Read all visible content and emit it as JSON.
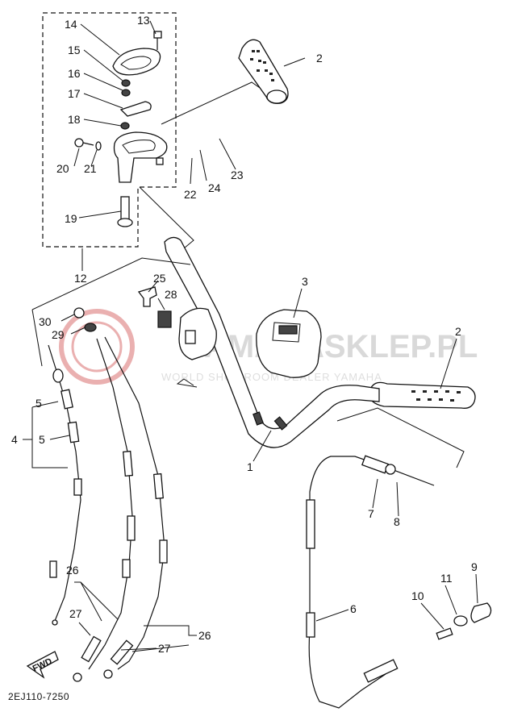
{
  "watermark": {
    "site": "YAMAHASKLEP.PL",
    "tagline": "WORLD SHOWROOM DEALER YAMAHA"
  },
  "fwd_label": "FWD",
  "diagram_code": "2EJ110-7250",
  "labels": {
    "p1": "1",
    "p2a": "2",
    "p2b": "2",
    "p3": "3",
    "p4": "4",
    "p5a": "5",
    "p5b": "5",
    "p6": "6",
    "p7": "7",
    "p8": "8",
    "p9": "9",
    "p10": "10",
    "p11": "11",
    "p12": "12",
    "p13": "13",
    "p14": "14",
    "p15": "15",
    "p16": "16",
    "p17": "17",
    "p18": "18",
    "p19": "19",
    "p20": "20",
    "p21": "21",
    "p22": "22",
    "p23": "23",
    "p24": "24",
    "p25": "25",
    "p26a": "26",
    "p26b": "26",
    "p27a": "27",
    "p27b": "27",
    "p28": "28",
    "p29": "29",
    "p30": "30"
  },
  "colors": {
    "line": "#111111",
    "watermark_logo": "#e8a0a0",
    "watermark_text": "#d9d9d9"
  }
}
